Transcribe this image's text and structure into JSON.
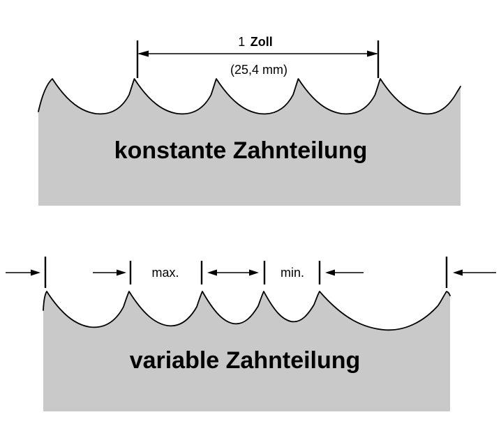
{
  "diagram": {
    "title_top": "konstante Zahnteilung",
    "title_bottom": "variable Zahnteilung",
    "dimension": {
      "value": "1",
      "unit": "Zoll",
      "metric": "(25,4 mm)"
    },
    "annotations": {
      "max": "max.",
      "min": "min."
    },
    "colors": {
      "blade_fill": "#c9c9c9",
      "stroke": "#000000",
      "background": "#ffffff"
    }
  }
}
